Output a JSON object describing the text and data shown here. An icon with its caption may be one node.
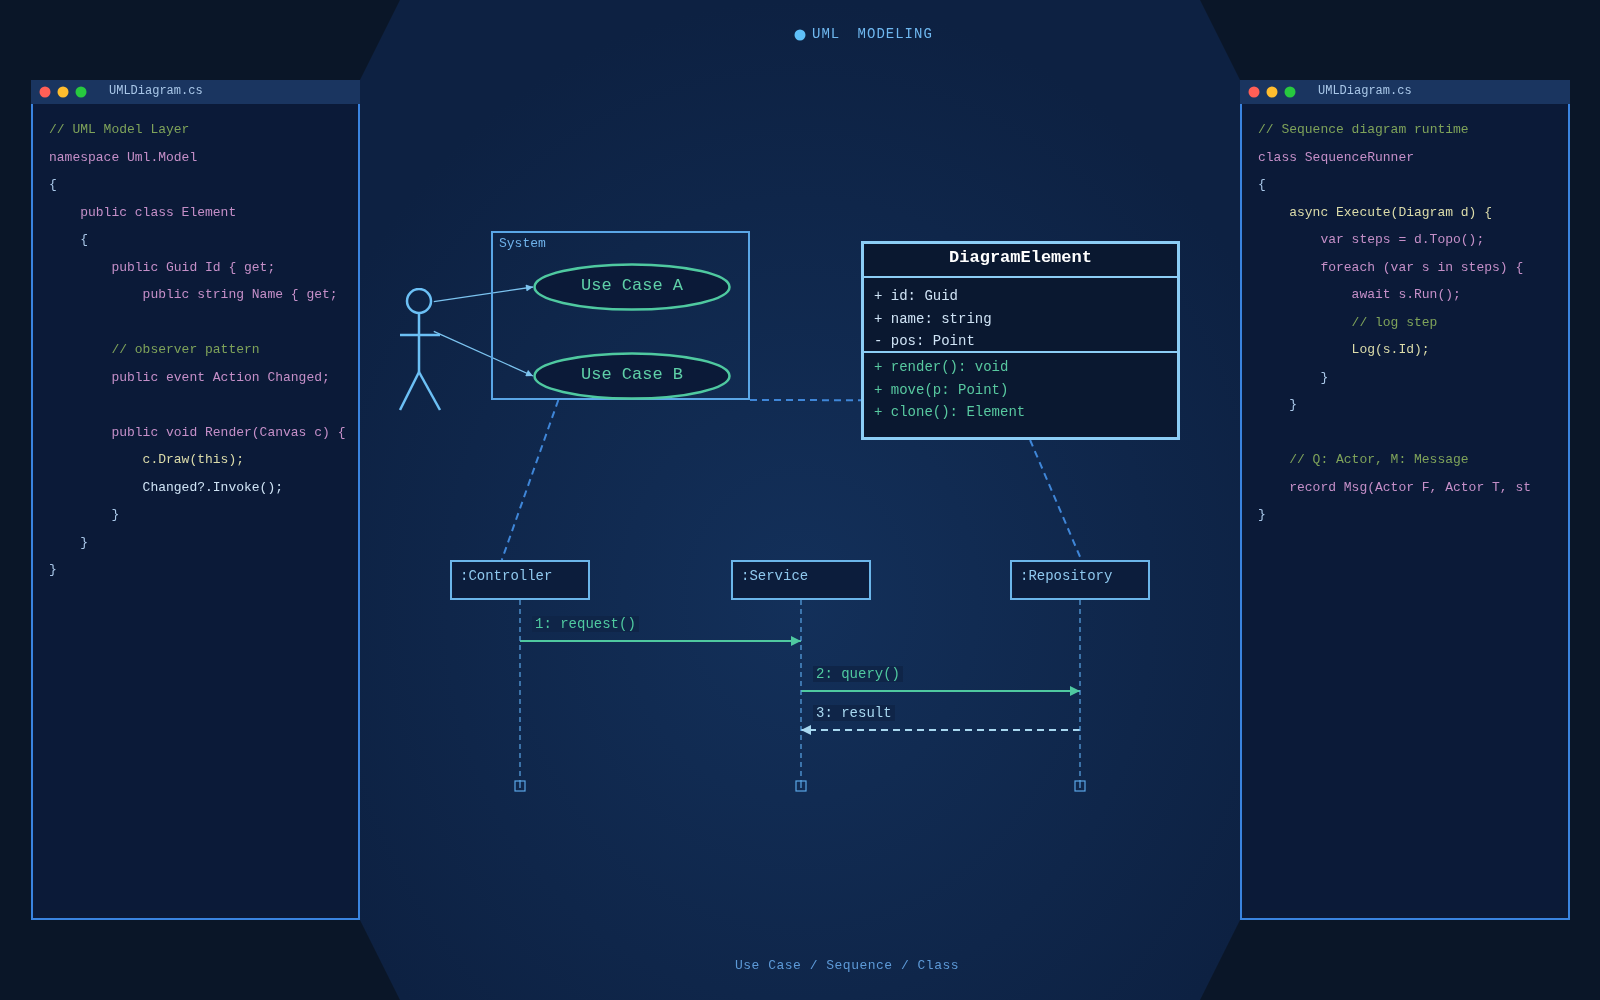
{
  "diagram": {
    "title": "UML MODELING",
    "caption": "Use Case / Sequence / Class",
    "nodes": [
      {
        "text": [
          "UMLDiagram.cs",
          "// UML Model Layer",
          "namespace Uml.Model",
          "{",
          "public class Element",
          "{",
          "public Guid Id { get;",
          "public string Name { get;",
          "// observer pattern",
          "public event Action Changed;",
          "public void Render(Canvas c) {",
          "c.Draw(this);",
          "Changed?.Invoke();",
          "}",
          "}",
          "}"
        ]
      },
      {
        "text": [
          "UMLDiagram.cs",
          "// Sequence diagram runtime",
          "class SequenceRunner",
          "{",
          "async Execute(Diagram d) {",
          "var steps = d.Topo();",
          "foreach (var s in steps) {",
          "await s.Run();",
          "// log step",
          "Log(s.Id);",
          "}",
          "}",
          "// Q: Actor, M: Message",
          "record Msg(Actor F, Actor T, st",
          "}"
        ]
      },
      {
        "text": [
          "System"
        ]
      },
      {
        "text": [
          "Use Case A"
        ],
        "in": 2
      },
      {
        "text": [
          "Use Case B"
        ],
        "in": 2
      },
      {
        "text": [],
        "shape": "person"
      },
      {
        "text": [
          "DiagramElement",
          "+ id: Guid",
          "+ name: string",
          "- pos: Point",
          "+ render(): void",
          "+ move(p: Point)",
          "+ clone(): Element"
        ]
      },
      {
        "text": [
          ":Controller"
        ]
      },
      {
        "text": [
          ":Service"
        ]
      },
      {
        "text": [
          ":Repository"
        ]
      }
    ],
    "edges": [
      {
        "from": 5,
        "to": 3,
        "arrow": "to",
        "color": "#7cc4f0"
      },
      {
        "from": 5,
        "to": 4,
        "arrow": "to",
        "color": "#7cc4f0"
      },
      {
        "from": 2,
        "to": 6,
        "arrow": "none",
        "style": "dashed"
      },
      {
        "from": 2,
        "to": 7,
        "arrow": "none",
        "style": "dashed"
      },
      {
        "from": 6,
        "to": 9,
        "arrow": "none",
        "style": "dashed"
      },
      {
        "from": 7,
        "to": 8,
        "arrow": "to",
        "label": "1: request()",
        "color": "#4fc9a0"
      },
      {
        "from": 8,
        "to": 9,
        "arrow": "to",
        "label": "2: query()",
        "color": "#4fc9a0"
      },
      {
        "from": 9,
        "to": 8,
        "arrow": "to",
        "label": "3: result",
        "style": "dashed",
        "color": "#a8d8f0"
      }
    ]
  }
}
